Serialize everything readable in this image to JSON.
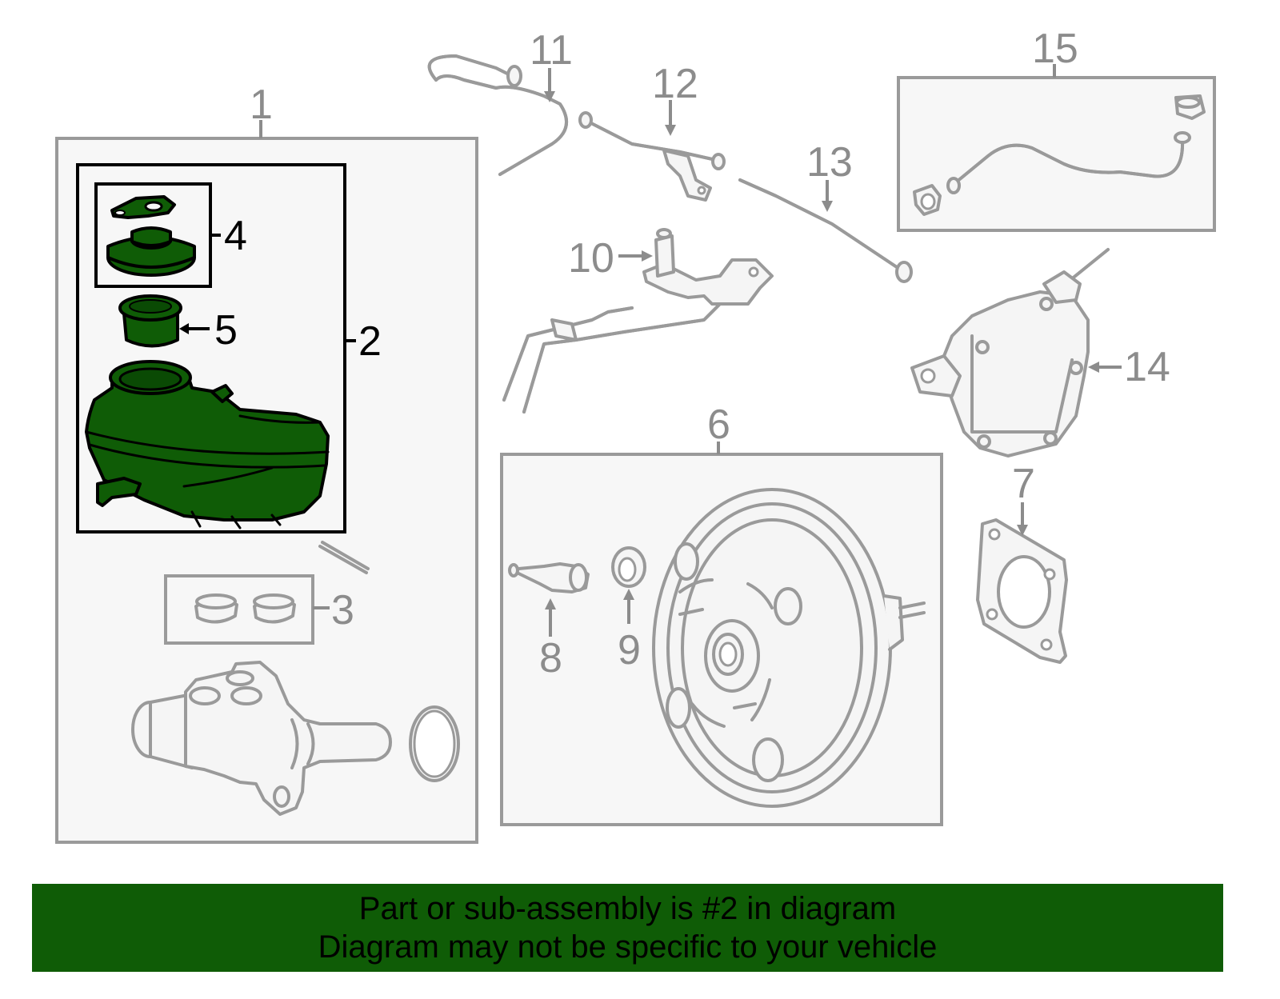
{
  "colors": {
    "highlight": "#0f5c06",
    "part_gray": "#9a9a9a",
    "label_gray": "#8c8c8c",
    "banner_bg": "#0f5c06"
  },
  "callouts": {
    "c1": "1",
    "c2": "2",
    "c3": "3",
    "c4": "4",
    "c5": "5",
    "c6": "6",
    "c7": "7",
    "c8": "8",
    "c9": "9",
    "c10": "10",
    "c11": "11",
    "c12": "12",
    "c13": "13",
    "c14": "14",
    "c15": "15"
  },
  "highlighted_part": "2",
  "banner": {
    "line1": "Part or sub-assembly is #2 in diagram",
    "line2": "Diagram may not be specific to your vehicle"
  }
}
